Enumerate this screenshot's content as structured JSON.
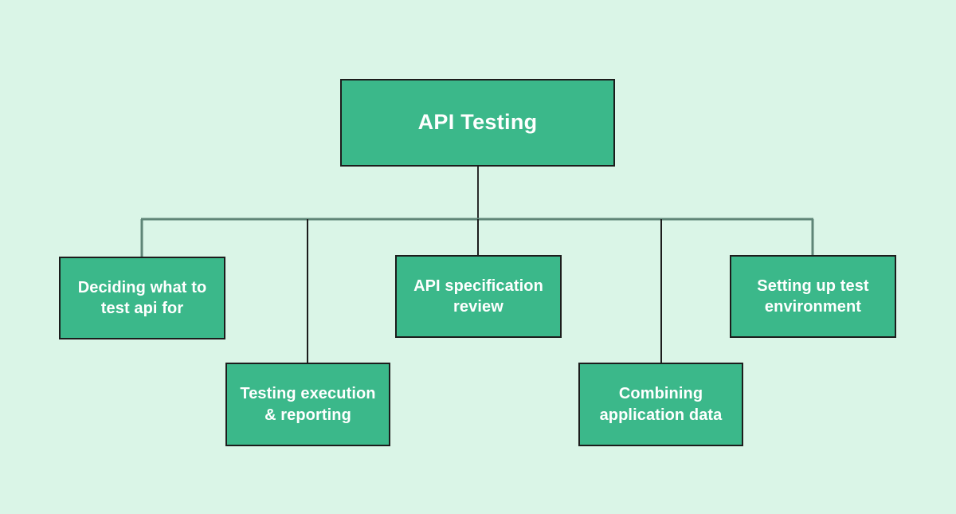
{
  "diagram": {
    "title": "API Testing",
    "type": "tree",
    "background_color": "#daf5e7",
    "node_fill_color": "#3bb88a",
    "node_border_color": "#1c1c1c",
    "node_text_color": "#ffffff",
    "connector_color": "#5f8577",
    "root": {
      "id": "root",
      "label": "API Testing"
    },
    "children": [
      {
        "id": "deciding",
        "label": "Deciding what to\ntest api for",
        "row": "upper"
      },
      {
        "id": "testing",
        "label": "Testing execution\n& reporting",
        "row": "lower"
      },
      {
        "id": "apispec",
        "label": "API specification\nreview",
        "row": "upper"
      },
      {
        "id": "combining",
        "label": "Combining\napplication data",
        "row": "lower"
      },
      {
        "id": "setting",
        "label": "Setting up test\nenvironment",
        "row": "upper"
      }
    ]
  }
}
